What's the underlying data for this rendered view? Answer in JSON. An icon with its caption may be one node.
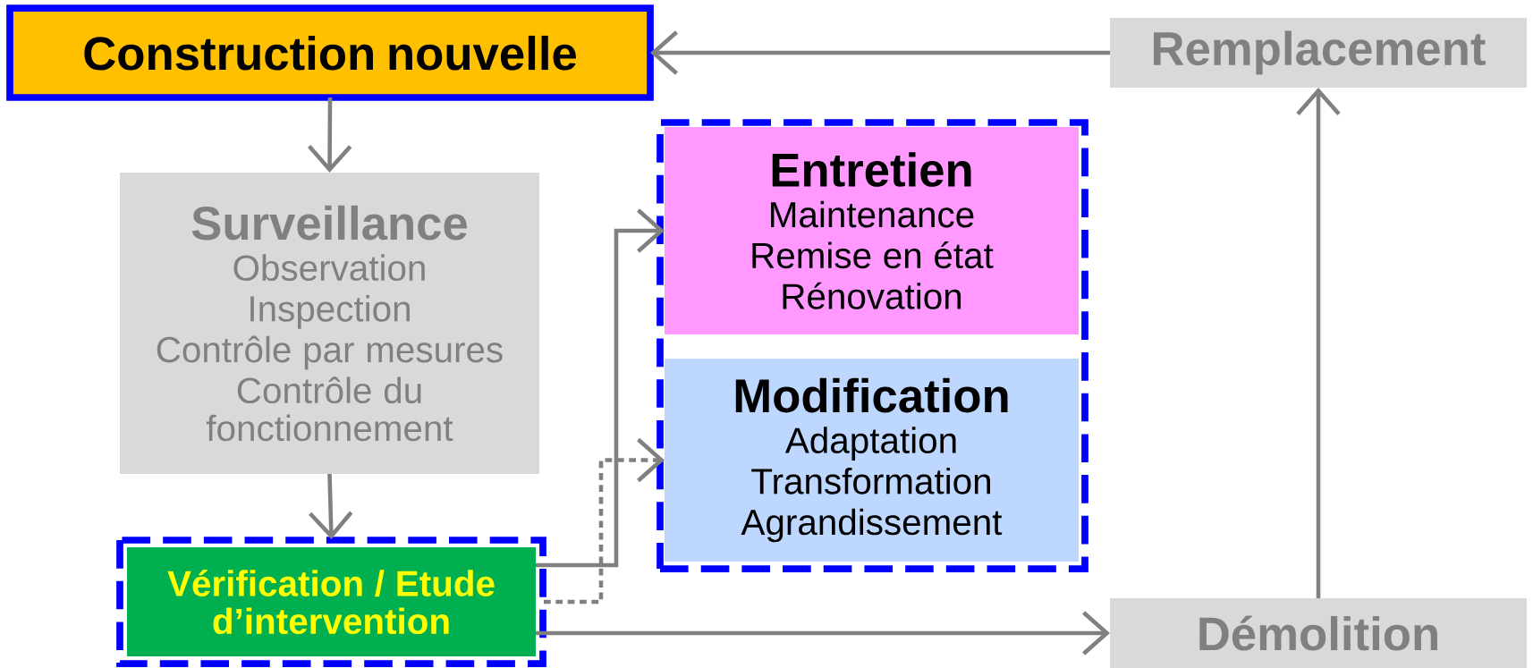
{
  "diagram": {
    "nodes": [
      {
        "text": [
          "Construction nouvelle"
        ]
      },
      {
        "text": [
          "Remplacement"
        ]
      },
      {
        "text": [
          "Surveillance",
          "Observation",
          "Inspection",
          "Contrôle par mesures",
          "Contrôle du fonctionnement"
        ]
      },
      {
        "text": [],
        "shape": "box"
      },
      {
        "text": [
          "Entretien",
          "Maintenance",
          "Remise en état",
          "Rénovation"
        ],
        "in": 3
      },
      {
        "text": [
          "Modification",
          "Adaptation",
          "Transformation",
          "Agrandissement"
        ],
        "in": 3
      },
      {
        "text": [
          "Vérification / Etude d’intervention"
        ]
      },
      {
        "text": [
          "Démolition"
        ]
      }
    ],
    "edges": [
      {
        "from": 0,
        "to": 2,
        "arrow": "to"
      },
      {
        "from": 2,
        "to": 6,
        "arrow": "to"
      },
      {
        "from": 6,
        "to": 4,
        "arrow": "to"
      },
      {
        "from": 6,
        "to": 5,
        "arrow": "to",
        "style": "dashed"
      },
      {
        "from": 6,
        "to": 7,
        "arrow": "to"
      },
      {
        "from": 7,
        "to": 1,
        "arrow": "to"
      },
      {
        "from": 1,
        "to": 0,
        "arrow": "to"
      }
    ]
  }
}
